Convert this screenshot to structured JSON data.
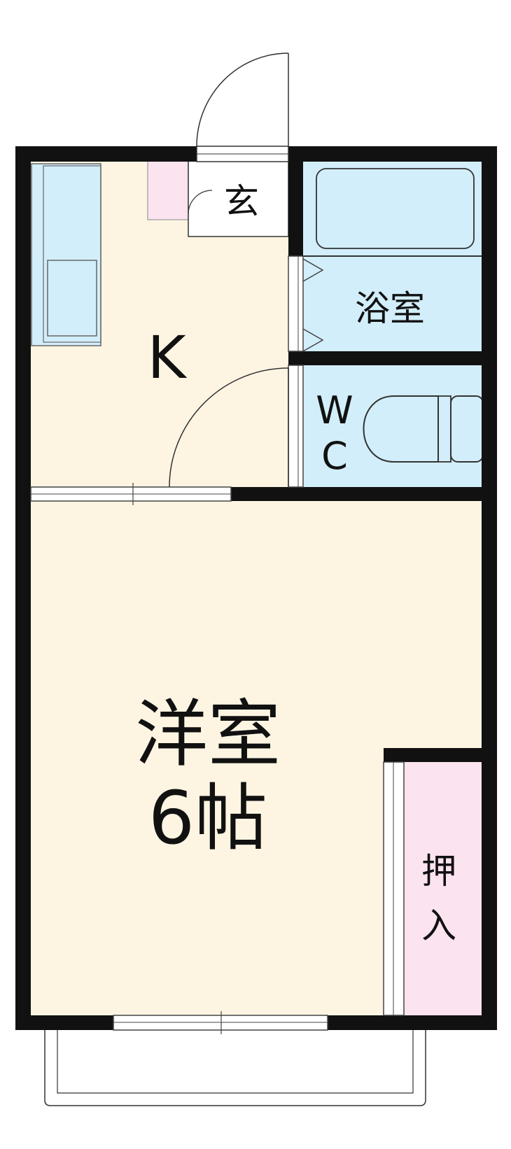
{
  "rooms": {
    "entrance": {
      "label": "玄"
    },
    "kitchen": {
      "label": "K"
    },
    "bath": {
      "label": "浴室"
    },
    "toilet": {
      "label_line1": "W",
      "label_line2": "C"
    },
    "western_room": {
      "label": "洋室",
      "size": "6帖"
    },
    "closet": {
      "label_line1": "押",
      "label_line2": "入"
    }
  },
  "colors": {
    "wall": "#111111",
    "floor": "#fdf5e2",
    "wet_area": "#d2eefa",
    "closet": "#fbe3ef",
    "entrance_mat": "#fbe3ef",
    "line": "#555555"
  }
}
